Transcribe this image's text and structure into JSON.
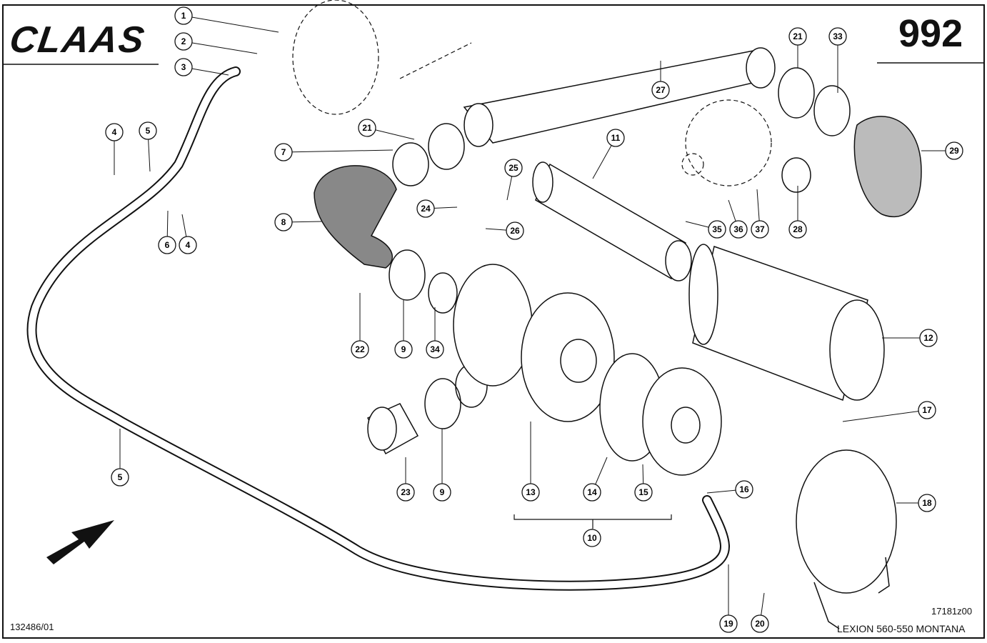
{
  "header": {
    "brand": "CLAAS",
    "page_number": "992"
  },
  "footer": {
    "document_id": "132486/01",
    "drawing_id": "17181z00",
    "model": "LEXION 560-550 MONTANA"
  },
  "callouts": [
    {
      "label": "1"
    },
    {
      "label": "2"
    },
    {
      "label": "3"
    },
    {
      "label": "4"
    },
    {
      "label": "5"
    },
    {
      "label": "4"
    },
    {
      "label": "6"
    },
    {
      "label": "7"
    },
    {
      "label": "8"
    },
    {
      "label": "9"
    },
    {
      "label": "9"
    },
    {
      "label": "10"
    },
    {
      "label": "11"
    },
    {
      "label": "12"
    },
    {
      "label": "13"
    },
    {
      "label": "14"
    },
    {
      "label": "15"
    },
    {
      "label": "16"
    },
    {
      "label": "17"
    },
    {
      "label": "18"
    },
    {
      "label": "19"
    },
    {
      "label": "20"
    },
    {
      "label": "21"
    },
    {
      "label": "21"
    },
    {
      "label": "22"
    },
    {
      "label": "23"
    },
    {
      "label": "24"
    },
    {
      "label": "25"
    },
    {
      "label": "26"
    },
    {
      "label": "27"
    },
    {
      "label": "28"
    },
    {
      "label": "29"
    },
    {
      "label": "33"
    },
    {
      "label": "34"
    },
    {
      "label": "35"
    },
    {
      "label": "36"
    },
    {
      "label": "37"
    },
    {
      "label": "5"
    }
  ]
}
